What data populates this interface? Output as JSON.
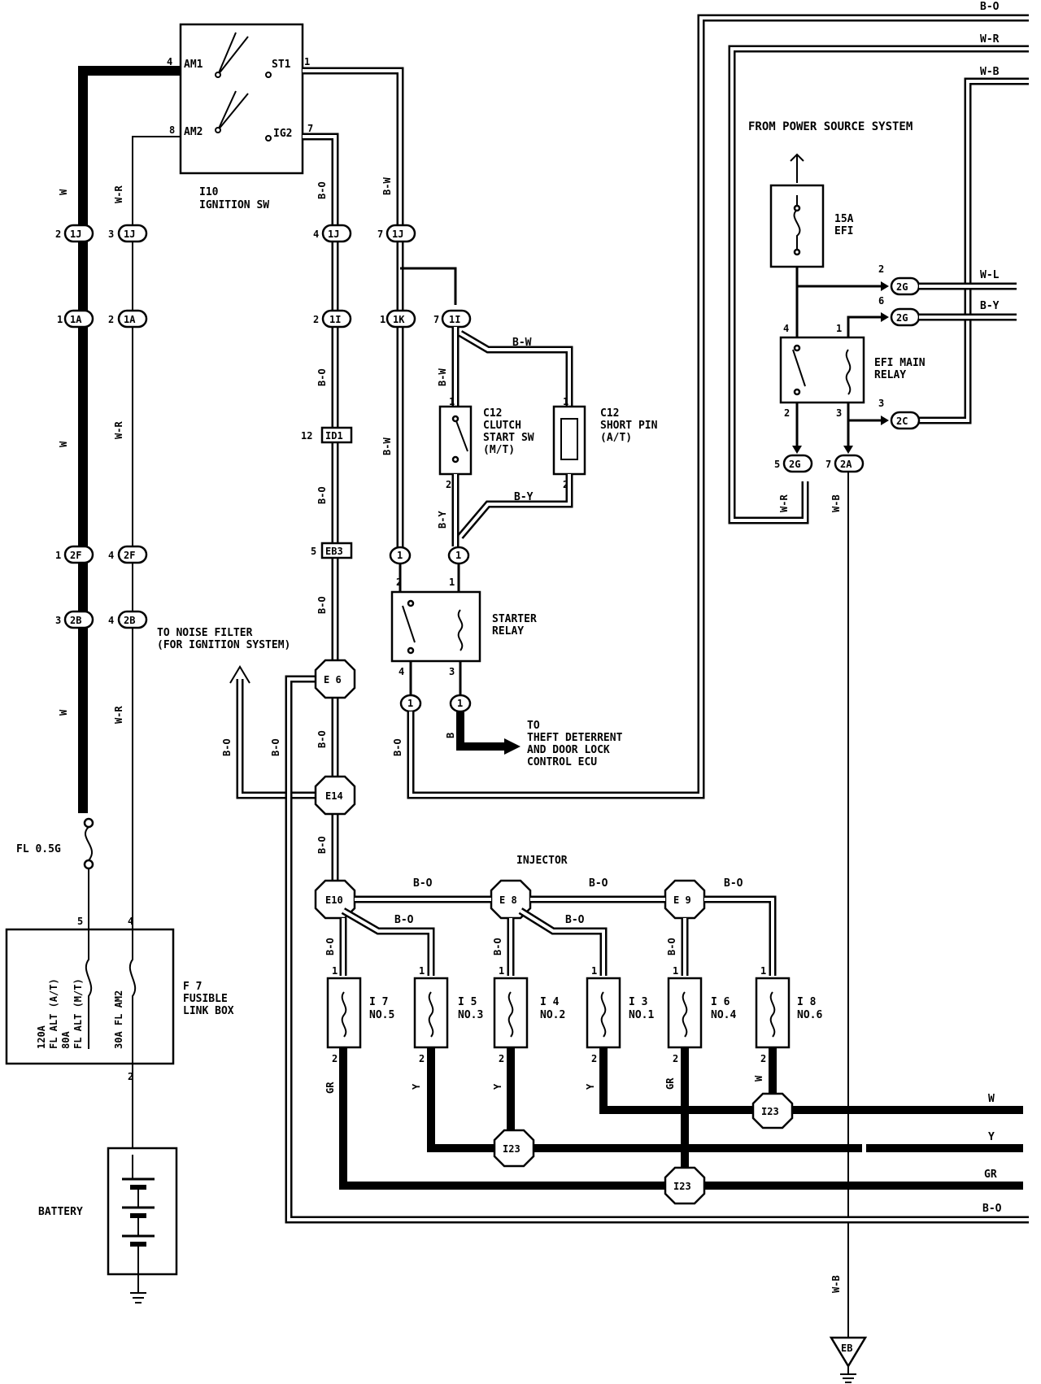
{
  "ignition": {
    "id": "I10",
    "name": "IGNITION SW",
    "pins": {
      "am1": "AM1",
      "am2": "AM2",
      "st1": "ST1",
      "ig2": "IG2"
    },
    "pin_numbers": {
      "am1": "4",
      "am2": "8",
      "st1": "1",
      "ig2": "7"
    }
  },
  "power_source": "FROM POWER SOURCE SYSTEM",
  "efi_fuse": {
    "rating": "15A",
    "name": "EFI"
  },
  "efi_relay": {
    "name_line1": "EFI MAIN",
    "name_line2": "RELAY"
  },
  "clutch": {
    "id": "C12",
    "line1": "CLUTCH",
    "line2": "START SW",
    "line3": "(M/T)"
  },
  "short_pin": {
    "id": "C12",
    "line1": "SHORT PIN",
    "line2": "(A/T)"
  },
  "starter": {
    "line1": "STARTER",
    "line2": "RELAY"
  },
  "noise_filter": {
    "line1": "TO NOISE FILTER",
    "line2": "(FOR IGNITION SYSTEM)"
  },
  "theft": {
    "line1": "TO",
    "line2": "THEFT DETERRENT",
    "line3": "AND DOOR LOCK",
    "line4": "CONTROL ECU"
  },
  "injector_title": "INJECTOR",
  "injectors": [
    {
      "id": "I 7",
      "no": "NO.5"
    },
    {
      "id": "I 5",
      "no": "NO.3"
    },
    {
      "id": "I 4",
      "no": "NO.2"
    },
    {
      "id": "I 3",
      "no": "NO.1"
    },
    {
      "id": "I 6",
      "no": "NO.4"
    },
    {
      "id": "I 8",
      "no": "NO.6"
    }
  ],
  "fusible": {
    "id": "F 7",
    "line1": "FUSIBLE",
    "line2": "LINK BOX",
    "fl1": "120A",
    "fl2": "FL ALT (A/T)",
    "fl3": "80A",
    "fl4": "FL ALT (M/T)",
    "fl_am2": "30A FL AM2"
  },
  "fl_label": "FL 0.5G",
  "battery": "BATTERY",
  "ground": "EB",
  "connectors": {
    "c1j_a": "1J",
    "c1j_b": "1J",
    "c1j_c": "1J",
    "c1j_d": "1J",
    "c1a_a": "1A",
    "c1a_b": "1A",
    "c2f_a": "2F",
    "c2f_b": "2F",
    "c2b_a": "2B",
    "c2b_b": "2B",
    "c1i_a": "1I",
    "c1i_b": "1I",
    "c1k": "1K",
    "c1_a": "1",
    "c1_b": "1",
    "c1_c": "1",
    "c1_d": "1",
    "id1": "ID1",
    "eb3": "EB3",
    "c2g_a": "2G",
    "c2g_b": "2G",
    "c2g_c": "2G",
    "c2c": "2C",
    "c2a": "2A",
    "e6": "E 6",
    "e14": "E14",
    "e10": "E10",
    "e8": "E 8",
    "e9": "E 9",
    "i23_a": "I23",
    "i23_b": "I23",
    "i23_c": "I23"
  },
  "pin_labels": {
    "p2": "2",
    "p3": "3",
    "p4": "4",
    "p7": "7",
    "p1": "1",
    "p5": "5",
    "p12": "12",
    "p6": "6"
  },
  "wire_colors": {
    "bo": "B-O",
    "wr": "W-R",
    "wb": "W-B",
    "wl": "W-L",
    "by": "B-Y",
    "bw": "B-W",
    "w": "W",
    "y": "Y",
    "gr": "GR",
    "b": "B"
  }
}
